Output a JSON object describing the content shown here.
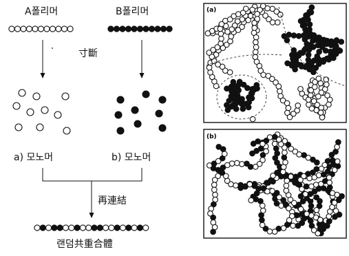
{
  "left": {
    "polymer_a_label": "A폴리머",
    "polymer_b_label": "B폴리머",
    "cut_label": "寸斷",
    "monomer_a_label": "a) 모노머",
    "monomer_b_label": "b) 모노머",
    "reconnect_label": "再連結",
    "result_label": "랜덤共重合體"
  },
  "right": {
    "panel_a_label": "(a)",
    "panel_b_label": "(b)"
  },
  "colors": {
    "ink": "#111111",
    "paper": "#ffffff"
  }
}
